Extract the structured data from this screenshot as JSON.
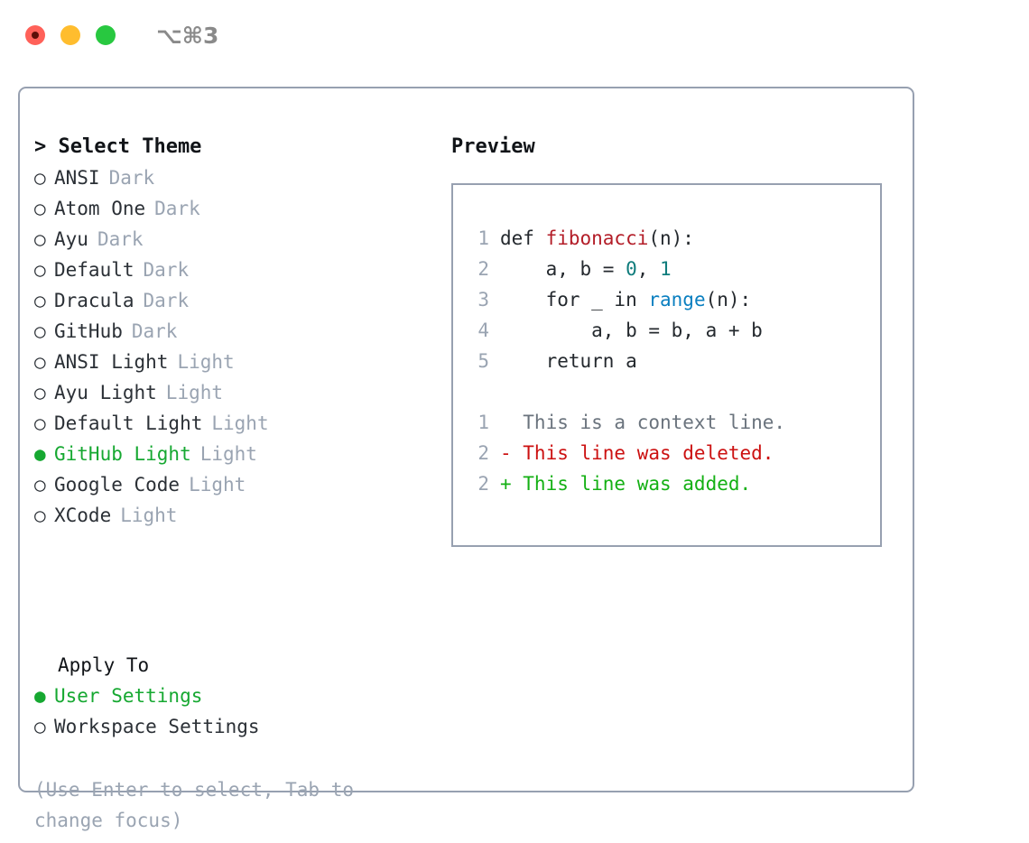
{
  "titlebar": {
    "shortcut": "⌥⌘3",
    "buttons": [
      {
        "name": "close",
        "color": "#ff6159"
      },
      {
        "name": "minimize",
        "color": "#ffbd2e"
      },
      {
        "name": "zoom",
        "color": "#28c840"
      }
    ]
  },
  "theme_picker": {
    "header": "> Select Theme",
    "marker_selected": "●",
    "marker_unselected": "○",
    "accent_color": "#16a831",
    "items": [
      {
        "name": "ANSI",
        "kind": "Dark",
        "selected": false
      },
      {
        "name": "Atom One",
        "kind": "Dark",
        "selected": false
      },
      {
        "name": "Ayu",
        "kind": "Dark",
        "selected": false
      },
      {
        "name": "Default",
        "kind": "Dark",
        "selected": false
      },
      {
        "name": "Dracula",
        "kind": "Dark",
        "selected": false
      },
      {
        "name": "GitHub",
        "kind": "Dark",
        "selected": false
      },
      {
        "name": "ANSI Light",
        "kind": "Light",
        "selected": false
      },
      {
        "name": "Ayu Light",
        "kind": "Light",
        "selected": false
      },
      {
        "name": "Default Light",
        "kind": "Light",
        "selected": false
      },
      {
        "name": "GitHub Light",
        "kind": "Light",
        "selected": true
      },
      {
        "name": "Google Code",
        "kind": "Light",
        "selected": false
      },
      {
        "name": "XCode",
        "kind": "Light",
        "selected": false
      }
    ]
  },
  "apply_to": {
    "label": "Apply To",
    "options": [
      {
        "name": "User Settings",
        "selected": true
      },
      {
        "name": "Workspace Settings",
        "selected": false
      }
    ]
  },
  "hint": "(Use Enter to select, Tab to change focus)",
  "preview": {
    "title": "Preview",
    "code_lines": [
      {
        "no": "1",
        "tokens": [
          {
            "t": "def ",
            "c": "kw"
          },
          {
            "t": "fibonacci",
            "c": "fn"
          },
          {
            "t": "(n):",
            "c": "plain"
          }
        ]
      },
      {
        "no": "2",
        "tokens": [
          {
            "t": "    a, b = ",
            "c": "plain"
          },
          {
            "t": "0",
            "c": "num"
          },
          {
            "t": ", ",
            "c": "plain"
          },
          {
            "t": "1",
            "c": "num"
          }
        ]
      },
      {
        "no": "3",
        "tokens": [
          {
            "t": "    for _ in ",
            "c": "plain"
          },
          {
            "t": "range",
            "c": "call"
          },
          {
            "t": "(n):",
            "c": "plain"
          }
        ]
      },
      {
        "no": "4",
        "tokens": [
          {
            "t": "        a, b = b, a + b",
            "c": "plain"
          }
        ]
      },
      {
        "no": "5",
        "tokens": [
          {
            "t": "    return a",
            "c": "plain"
          }
        ]
      }
    ],
    "diff_lines": [
      {
        "no": "1",
        "sign": "  ",
        "text": "This is a context line.",
        "kind": "context"
      },
      {
        "no": "2",
        "sign": "- ",
        "text": "This line was deleted.",
        "kind": "del"
      },
      {
        "no": "2",
        "sign": "+ ",
        "text": "This line was added.",
        "kind": "add"
      }
    ]
  }
}
